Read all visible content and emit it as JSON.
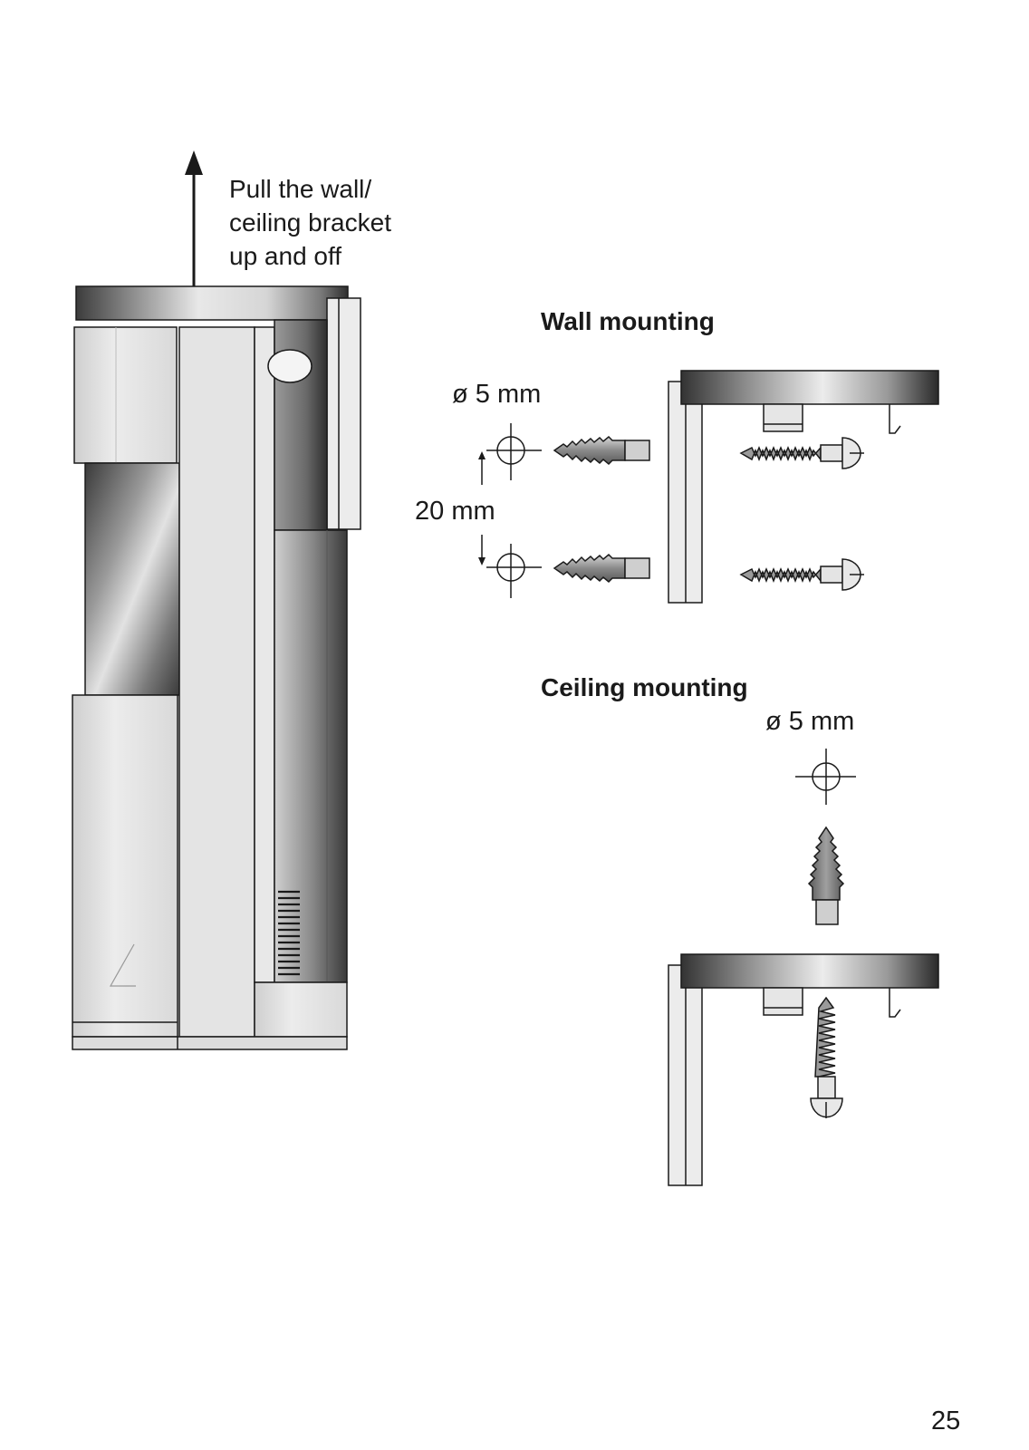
{
  "callout": {
    "lines": [
      "Pull the wall/",
      "ceiling bracket",
      "up and off"
    ]
  },
  "wall_mounting": {
    "heading": "Wall mounting",
    "drill_diameter": "ø 5 mm",
    "hole_spacing": "20 mm"
  },
  "ceiling_mounting": {
    "heading": "Ceiling mounting",
    "drill_diameter": "ø 5 mm"
  },
  "page_number": "25",
  "colors": {
    "line": "#1a1a1a",
    "metal_dark": "#4a4a4a",
    "metal_light": "#e6e6e6",
    "panel": "#dcdcdc"
  }
}
